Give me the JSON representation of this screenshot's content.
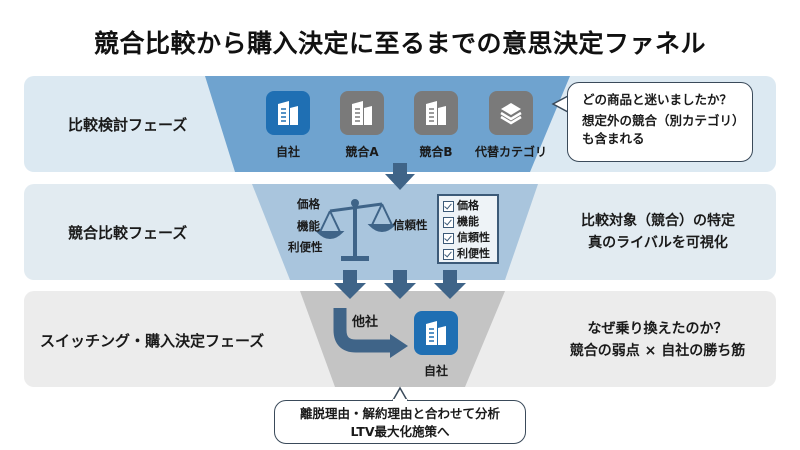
{
  "title": "競合比較から購入決定に至るまでの意思決定ファネル",
  "colors": {
    "stage1_band": "#dce9f2",
    "stage1_funnel": "#6fa3cf",
    "stage2_band": "#e2ebf1",
    "stage2_funnel": "#a9c5dd",
    "stage3_band": "#ececec",
    "stage3_funnel": "#c4c4c4",
    "arrow": "#3f6488",
    "own_company": "#1f6fb3",
    "competitor": "#7a7a7a"
  },
  "stages": [
    {
      "name": "比較検討フェーズ",
      "items": [
        {
          "label": "自社",
          "icon": "building-icon",
          "type": "own"
        },
        {
          "label": "競合A",
          "icon": "building-icon",
          "type": "competitor"
        },
        {
          "label": "競合B",
          "icon": "building-icon",
          "type": "competitor"
        },
        {
          "label": "代替カテゴリ",
          "icon": "layers-icon",
          "type": "competitor"
        }
      ],
      "callout": {
        "line1": "どの商品と迷いましたか？",
        "line2": "想定外の競合（別カテゴリ）",
        "line3": "も含まれる"
      }
    },
    {
      "name": "競合比較フェーズ",
      "scale_left": [
        "価格",
        "機能",
        "利便性"
      ],
      "scale_right": "信頼性",
      "checklist": [
        "価格",
        "機能",
        "信頼性",
        "利便性"
      ],
      "description": {
        "line1": "比較対象（競合）の特定",
        "line2": "真のライバルを可視化"
      }
    },
    {
      "name": "スイッチング・購入決定フェーズ",
      "from_label": "他社",
      "to_label": "自社",
      "description": {
        "line1": "なぜ乗り換えたのか？",
        "line2": "競合の弱点 × 自社の勝ち筋"
      },
      "callout": {
        "line1": "離脱理由・解約理由と合わせて分析",
        "line2": "LTV最大化施策へ"
      }
    }
  ]
}
